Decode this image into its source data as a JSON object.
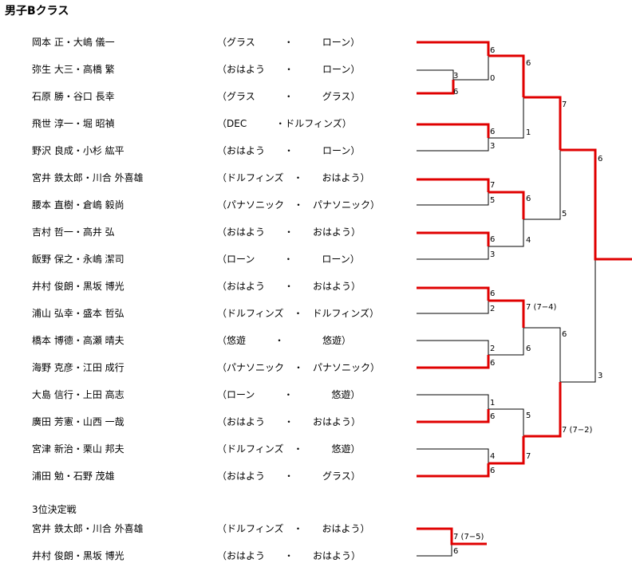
{
  "title": "男子Bクラス",
  "bronze_title": "3位決定戦",
  "entries": [
    {
      "players": "岡本 正・大嶋 儀一",
      "clubs": "（グラス　　　・　　　ローン）"
    },
    {
      "players": "弥生 大三・高橋 繁",
      "clubs": "（おはよう　　・　　　ローン）"
    },
    {
      "players": "石原 勝・谷口 長幸",
      "clubs": "（グラス　　　・　　　グラス）"
    },
    {
      "players": "飛世 淳一・堀 昭禎",
      "clubs": "（DEC　　　・ドルフィンズ）"
    },
    {
      "players": "野沢 良成・小杉 紘平",
      "clubs": "（おはよう　　・　　　ローン）"
    },
    {
      "players": "宮井 鉄太郎・川合 外喜雄",
      "clubs": "（ドルフィンズ　・　　おはよう）"
    },
    {
      "players": "腰本 直樹・倉嶋 毅尚",
      "clubs": "（パナソニック　・　パナソニック）"
    },
    {
      "players": "吉村 哲一・高井 弘",
      "clubs": "（おはよう　　・　　おはよう）"
    },
    {
      "players": "飯野 保之・永嶋 潔司",
      "clubs": "（ローン　　　・　　　ローン）"
    },
    {
      "players": "井村 俊朗・黒坂 博光",
      "clubs": "（おはよう　　・　　おはよう）"
    },
    {
      "players": "浦山 弘幸・盛本 哲弘",
      "clubs": "（ドルフィンズ　・　ドルフィンズ）"
    },
    {
      "players": "橋本 博德・高瀬 晴夫",
      "clubs": "（悠遊　　　・　　　　悠遊）"
    },
    {
      "players": "海野 克彦・江田 成行",
      "clubs": "（パナソニック　・　パナソニック）"
    },
    {
      "players": "大島 信行・上田 高志",
      "clubs": "（ローン　　　・　　　　悠遊）"
    },
    {
      "players": "廣田 芳憲・山西 一哉",
      "clubs": "（おはよう　　・　　おはよう）"
    },
    {
      "players": "宮津 新治・栗山 邦夫",
      "clubs": "（ドルフィンズ　・　　　悠遊）"
    },
    {
      "players": "浦田 勉・石野 茂雄",
      "clubs": "（おはよう　　・　　　グラス）"
    }
  ],
  "bronze_entries": [
    {
      "players": "宮井 鉄太郎・川合 外喜雄",
      "clubs": "（ドルフィンズ　・　　おはよう）"
    },
    {
      "players": "井村 俊朗・黒坂 博光",
      "clubs": "（おはよう　　・　　おはよう）"
    }
  ],
  "scores": {
    "r0_top": "3",
    "r0_bot": "6",
    "r1_m1_top": "6",
    "r1_m1_bot": "0",
    "r1_m2_top": "6",
    "r1_m2_bot": "3",
    "r1_m3_top": "7",
    "r1_m3_bot": "5",
    "r1_m4_top": "6",
    "r1_m4_bot": "3",
    "r1_m5_top": "6",
    "r1_m5_bot": "2",
    "r1_m6_top": "2",
    "r1_m6_bot": "6",
    "r1_m7_top": "1",
    "r1_m7_bot": "6",
    "r1_m8_top": "4",
    "r1_m8_bot": "6",
    "r2_m1_top": "6",
    "r2_m1_bot": "1",
    "r2_m2_top": "6",
    "r2_m2_bot": "4",
    "r2_m3_top": "7 (7−4)",
    "r2_m3_bot": "6",
    "r2_m4_top": "5",
    "r2_m4_bot": "7",
    "r3_m1_top": "7",
    "r3_m1_bot": "5",
    "r3_m2_top": "6",
    "r3_m2_bot": "7 (7−2)",
    "final_top": "6",
    "final_bot": "3",
    "bronze_top": "7 (7−5)",
    "bronze_bot": "6"
  },
  "colors": {
    "winner_line": "#e00000",
    "loser_line": "#000000"
  }
}
